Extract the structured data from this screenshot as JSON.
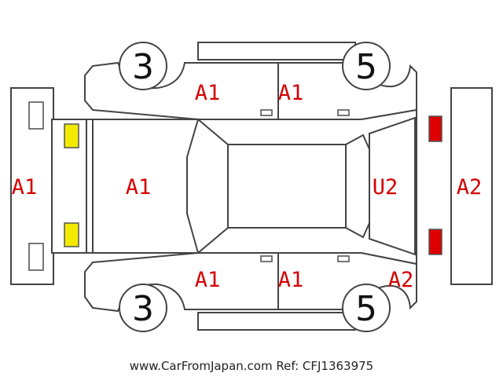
{
  "colors": {
    "outline": "#444444",
    "damage_code": "#d40000",
    "front_marker": "#f2ea00",
    "rear_marker": "#dd0000"
  },
  "tyres": {
    "front_left": "3",
    "rear_left": "5",
    "front_right": "3",
    "rear_right": "5"
  },
  "codes": {
    "front_bumper": "A1",
    "hood": "A1",
    "front_door_top": "A1",
    "rear_door_top": "A1",
    "front_door_bottom": "A1",
    "rear_door_bottom": "A1",
    "trunk": "U2",
    "rear_bumper": "A2",
    "rear_quarter": "A2"
  },
  "footer": "www.CarFromJapan.com Ref: CFJ1363975"
}
